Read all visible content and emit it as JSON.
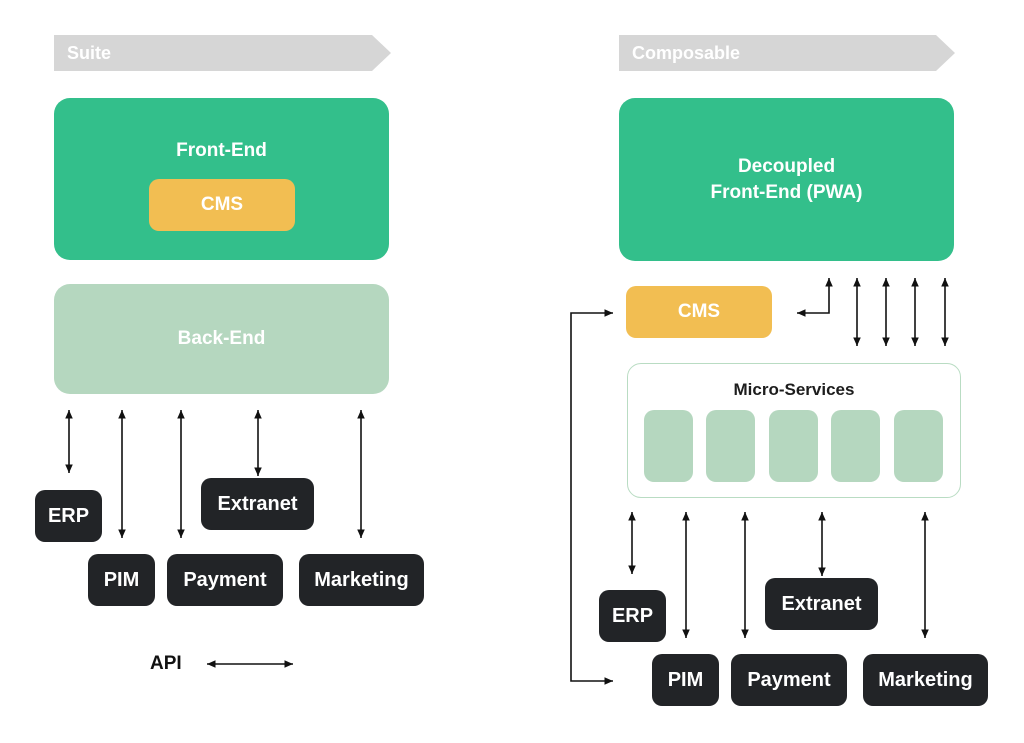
{
  "left": {
    "banner": "Suite",
    "front_end": "Front-End",
    "cms": "CMS",
    "back_end": "Back-End",
    "systems": {
      "erp": "ERP",
      "pim": "PIM",
      "payment": "Payment",
      "extranet": "Extranet",
      "marketing": "Marketing"
    },
    "legend_api": "API"
  },
  "right": {
    "banner": "Composable",
    "front_end_line1": "Decoupled",
    "front_end_line2": "Front-End (PWA)",
    "cms": "CMS",
    "micro_services": "Micro-Services",
    "systems": {
      "erp": "ERP",
      "pim": "PIM",
      "payment": "Payment",
      "extranet": "Extranet",
      "marketing": "Marketing"
    }
  },
  "colors": {
    "banner": "#d6d6d6",
    "front_end": "#33bf8b",
    "back_end": "#b5d7bf",
    "cms": "#f2be52",
    "system_pill": "#222427",
    "arrow": "#111111"
  }
}
